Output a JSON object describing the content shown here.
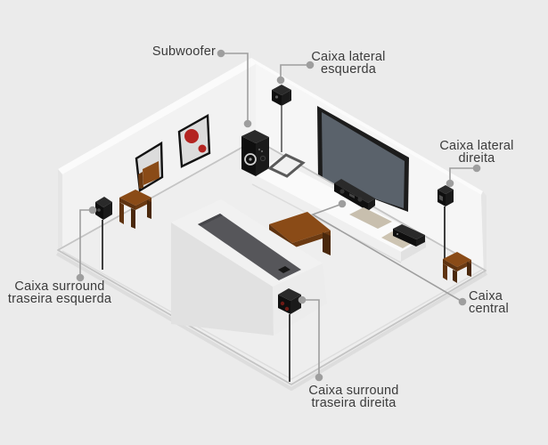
{
  "colors": {
    "background": "#ebebeb",
    "leader": "#9e9e9e",
    "text": "#3b3b3b",
    "wood": "#8a4b17",
    "wood-dark": "#5f3310",
    "wood-side": "#6b3a12",
    "wood-shadow": "#4a280c",
    "art-red": "#b32421",
    "tv-screen": "#5a626b",
    "speaker-black": "#0f0f0f",
    "speaker-top": "#2a2a2a",
    "speaker-side": "#1a1a1a",
    "seat-gray": "#56565a"
  },
  "labels": {
    "subwoofer": {
      "line1": "Subwoofer"
    },
    "lateral_esquerda": {
      "line1": "Caixa lateral",
      "line2": "esquerda"
    },
    "lateral_direita": {
      "line1": "Caixa lateral",
      "line2": "direita"
    },
    "central": {
      "line1": "Caixa",
      "line2": "central"
    },
    "surround_traseira_esquerda": {
      "line1": "Caixa surround",
      "line2": "traseira esquerda"
    },
    "surround_traseira_direita": {
      "line1": "Caixa surround",
      "line2": "traseira direita"
    }
  }
}
